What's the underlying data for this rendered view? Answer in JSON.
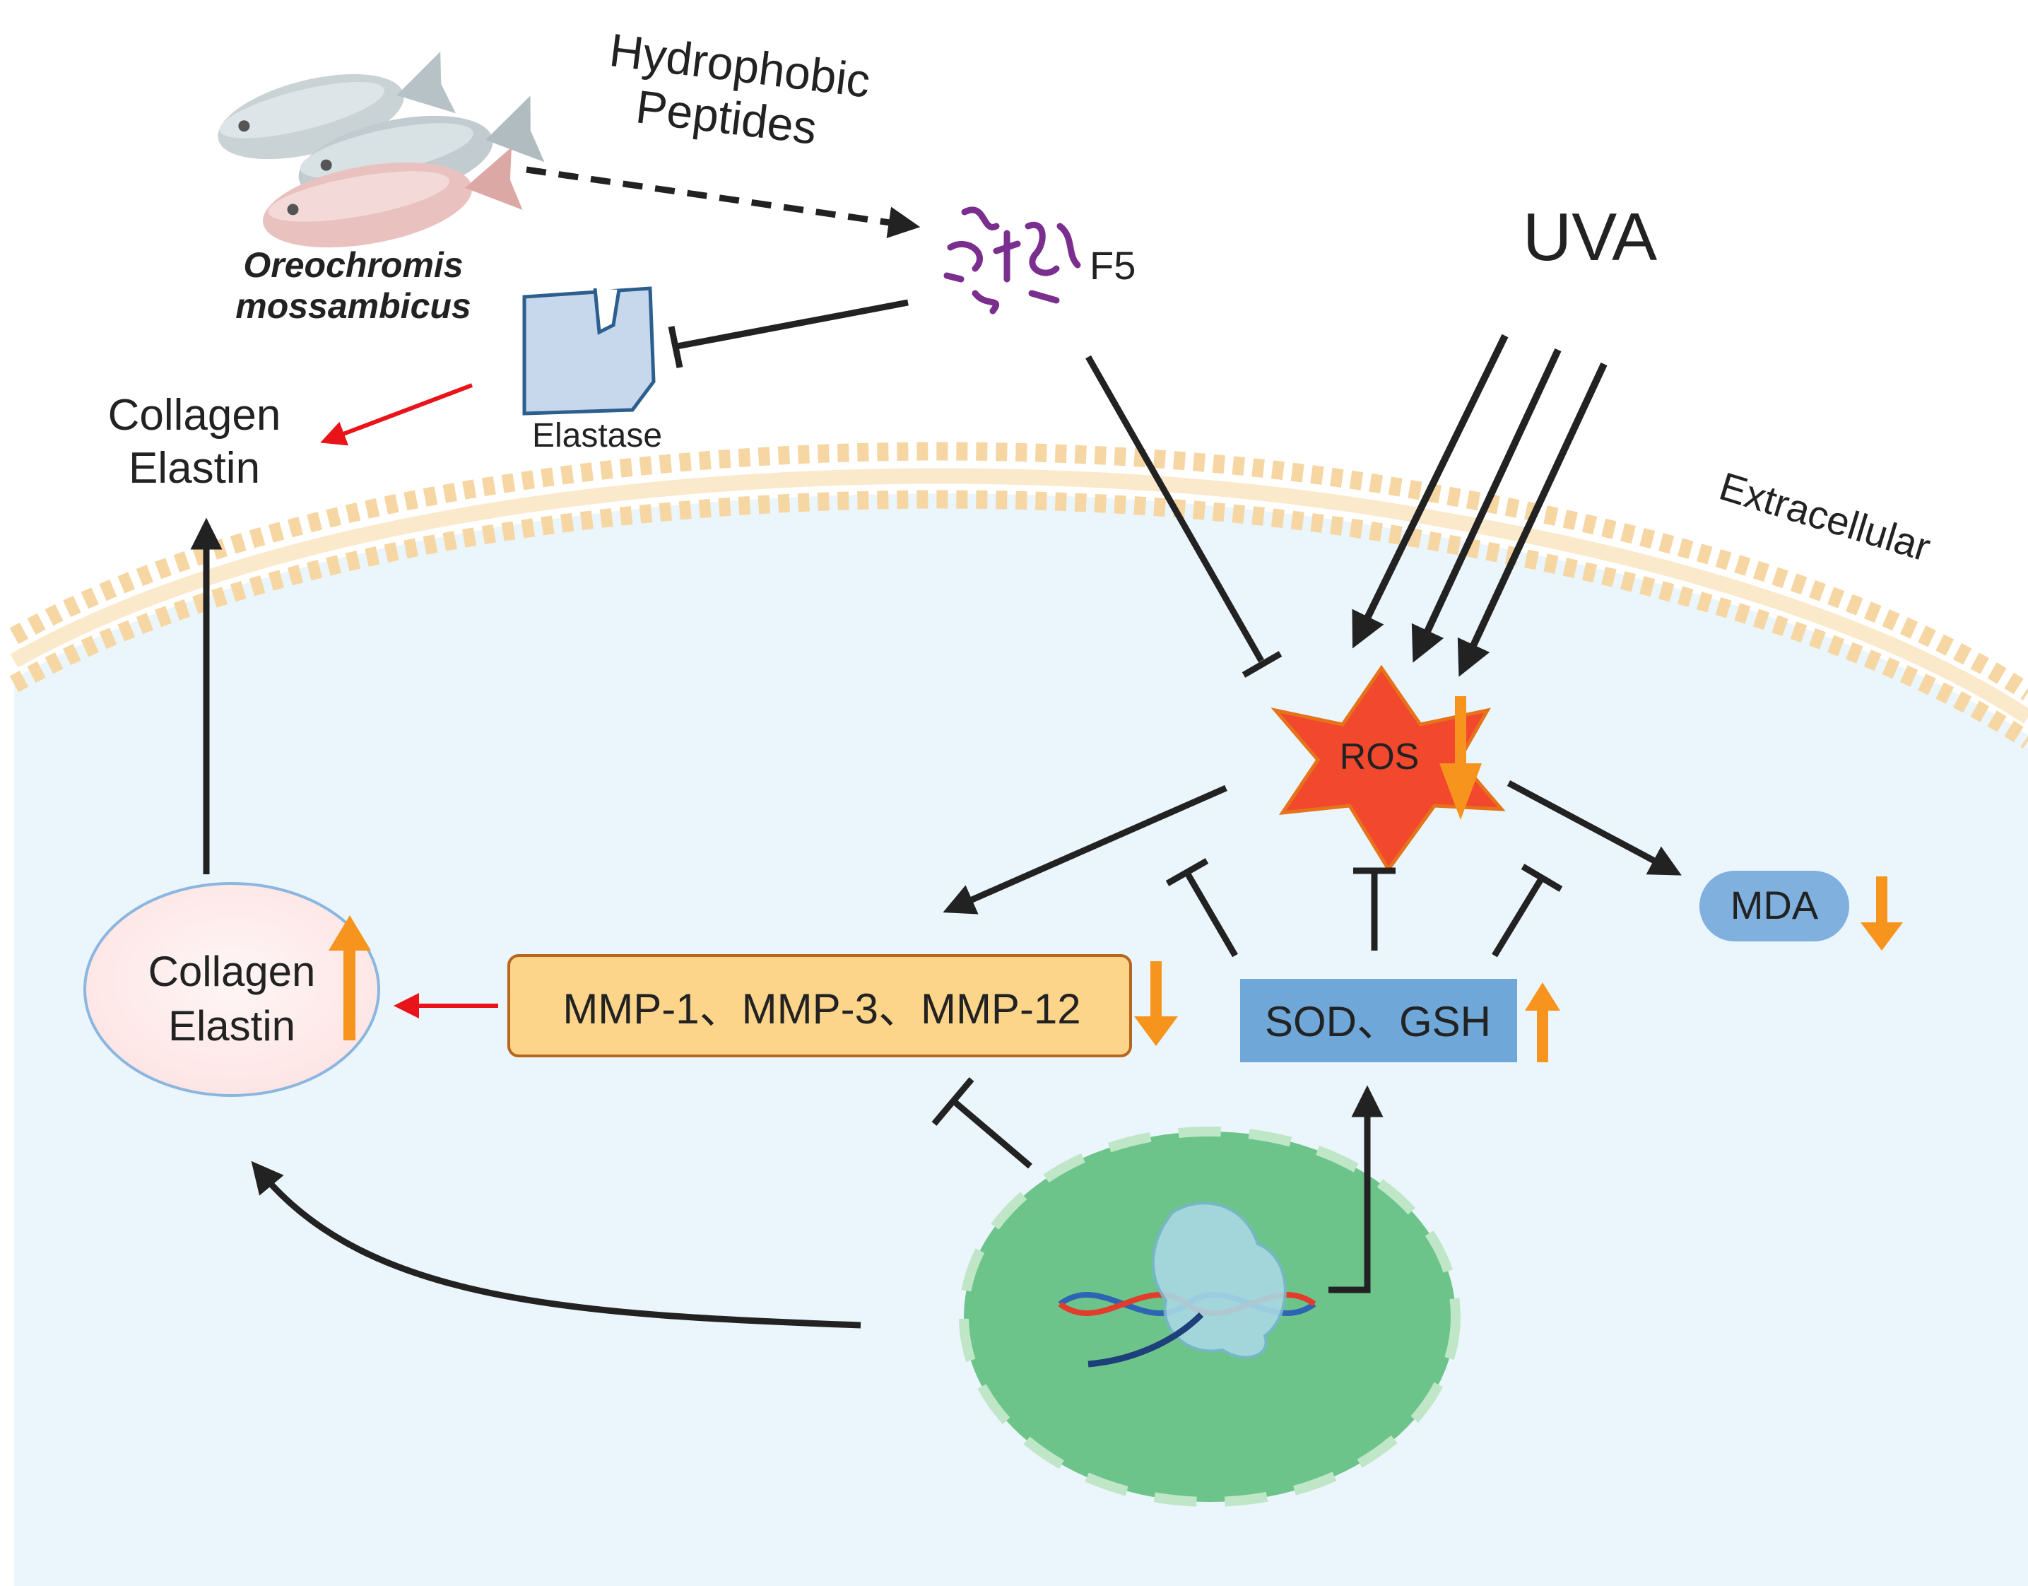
{
  "source": {
    "label_line1": "Hydrophobic",
    "label_line2": "Peptides",
    "species_line1": "Oreochromis",
    "species_line2": "mossambicus"
  },
  "peptide": {
    "label": "F5"
  },
  "enzyme": {
    "label": "Elastase"
  },
  "outer_product": {
    "line1": "Collagen",
    "line2": "Elastin"
  },
  "stimulus": {
    "label": "UVA"
  },
  "region": {
    "label": "Extracellular"
  },
  "ros": {
    "label": "ROS",
    "trend": "down"
  },
  "mda": {
    "label": "MDA",
    "trend": "down"
  },
  "mmp": {
    "label": "MMP-1、MMP-3、MMP-12",
    "trend": "down"
  },
  "antioxidants": {
    "label": "SOD、GSH",
    "trend": "up"
  },
  "inner_product": {
    "line1": "Collagen",
    "line2": "Elastin",
    "trend": "up"
  },
  "colors": {
    "cell_fill": "#eaf5fc",
    "membrane": "#f6d7a4",
    "ros": "#f2482d",
    "mmp_fill": "#fcd58a",
    "antioxidant_fill": "#6ea7d8",
    "mda_fill": "#7fb0de",
    "nucleus": "#6cc48a",
    "trend_arrow": "#f7941d",
    "red_arrow": "#e8141a",
    "peptide": "#7a2e8e"
  }
}
